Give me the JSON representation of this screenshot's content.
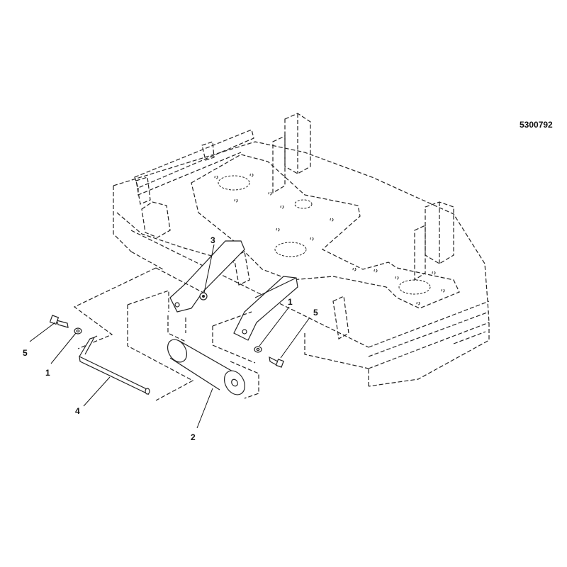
{
  "part_number": "5300792",
  "callouts": {
    "c1_left": "1",
    "c1_right": "1",
    "c2": "2",
    "c3": "3",
    "c4": "4",
    "c5_left": "5",
    "c5_right": "5"
  }
}
